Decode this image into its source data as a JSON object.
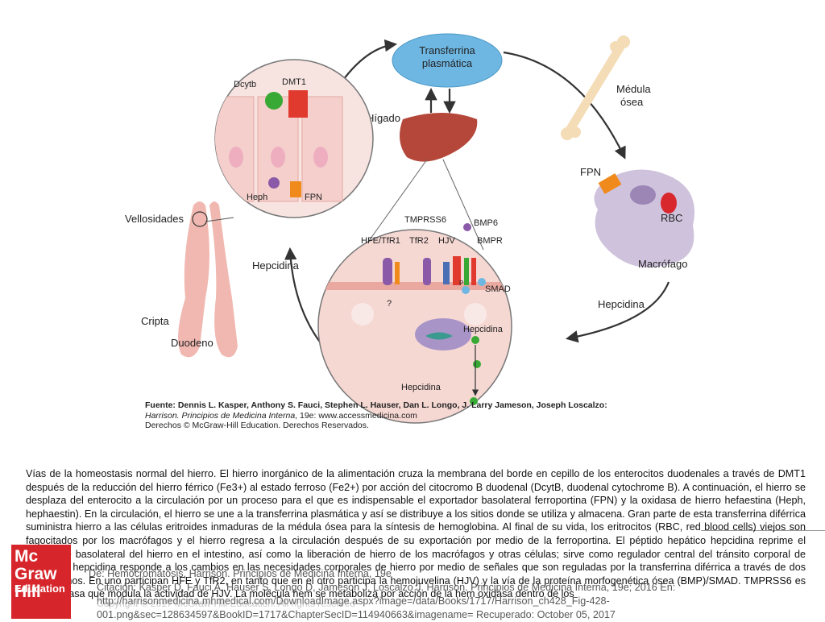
{
  "diagram": {
    "transferrin": "Transferrina",
    "transferrin2": "plasmática",
    "bone_marrow": "Médula",
    "bone_marrow2": "ósea",
    "liver": "Hígado",
    "dcytb": "Dcytb",
    "dmt1": "DMT1",
    "heph": "Heph",
    "fpn_left": "FPN",
    "fpn_right": "FPN",
    "villi": "Vellosidades",
    "crypt": "Cripta",
    "duodenum": "Duodeno",
    "hepcidin_left": "Hepcidina",
    "hepcidin_right": "Hepcidina",
    "rbc": "RBC",
    "macrophage": "Macrófago",
    "tmprss6": "TMPRSS6",
    "bmp6": "BMP6",
    "hfe_tfr1": "HFE/TfR1",
    "tfr2": "TfR2",
    "hjv": "HJV",
    "bmpr": "BMPR",
    "smad": "SMAD",
    "question": "?",
    "hepcidin_gene": "Hepcidina",
    "hepcidin_out": "Hepcidina",
    "p": "P",
    "colors": {
      "transferrin": "#6fb7e3",
      "liver": "#b5473a",
      "cells": "#f4d3d0",
      "macrophage": "#cfc2dc",
      "dmt1": "#e0392e",
      "dcytb": "#38a935",
      "fpn": "#f08a1c",
      "heph": "#8a5aa8",
      "arrow": "#333333"
    }
  },
  "credit": {
    "source": "Fuente: Dennis L. Kasper, Anthony S. Fauci, Stephen L. Hauser, Dan L. Longo, J. Larry Jameson, Joseph Loscalzo:",
    "book": "Harrison. Principios de Medicina Interna",
    "rest": ", 19e: www.accessmedicina.com",
    "rights": "Derechos © McGraw-Hill Education. Derechos Reservados."
  },
  "caption": "Vías de la homeostasis normal del hierro. El hierro inorgánico de la alimentación cruza la membrana del borde en cepillo de los enterocitos duodenales a través de DMT1 después de la reducción del hierro férrico (Fe3+) al estado ferroso (Fe2+) por acción del citocromo B duodenal (DcytB, duodenal cytochrome B). A continuación, el hierro se desplaza del enterocito a la circulación por un proceso para el que es indispensable el exportador basolateral ferroportina (FPN) y la oxidasa de hierro hefaestina (Heph, hephaestin). En la circulación, el hierro se une a la transferrina plasmática y así se distribuye a los sitios donde se utiliza y almacena. Gran parte de esta transferrina diférrica suministra hierro a las células eritroides inmaduras de la médula ósea para la síntesis de hemoglobina. Al final de su vida, los eritrocitos (RBC, red blood cells) viejos son fagocitados por los macrófagos y el hierro regresa a la circulación después de su exportación por medio de la ferroportina. El péptido hepático hepcidina reprime el transporte basolateral del hierro en el intestino, así como la liberación de hierro de los macrófagos y otras células; sirve como regulador central del tránsito corporal de hierro. La hepcidina responde a los cambios en las necesidades corporales de hierro por medio de señales que son reguladas por la transferrina diférrica a través de dos mecanismos. En uno participan HFE y TfR2, en tanto que en el otro participa la hemojuvelina (HJV) y la vía de la proteína morfogenética ósea (BMP)/SMAD. TMPRSS6 es una proteasa que modula la actividad de HJV. La molécula hem se metaboliza por acción de la hem oxidasa dentro de los",
  "logo": {
    "line1": "Mc Graw Hill",
    "line2": "Education"
  },
  "overlay": {
    "from": "De: Hemocromatosis, Harrison. Principios de Medicina Interna, 19e",
    "citation": "Citación: Kasper D, Fauci A, Hauser S, Longo D, Jameson J, Loscalzo J. Harrison. Principios de Medicina Interna, 19e; 2016 En:",
    "url1": "http://harrisonmedicina.mhmedical.com/DownloadImage.aspx?image=/data/Books/1717/Harrison_ch428_Fig-428-",
    "url2": "001.png&sec=128634597&BookID=1717&ChapterSecID=114940663&imagename= Recuperado: October 05, 2017",
    "copyright": "Copyright © 2017 McGraw-Hill Education. All rights reserved"
  }
}
